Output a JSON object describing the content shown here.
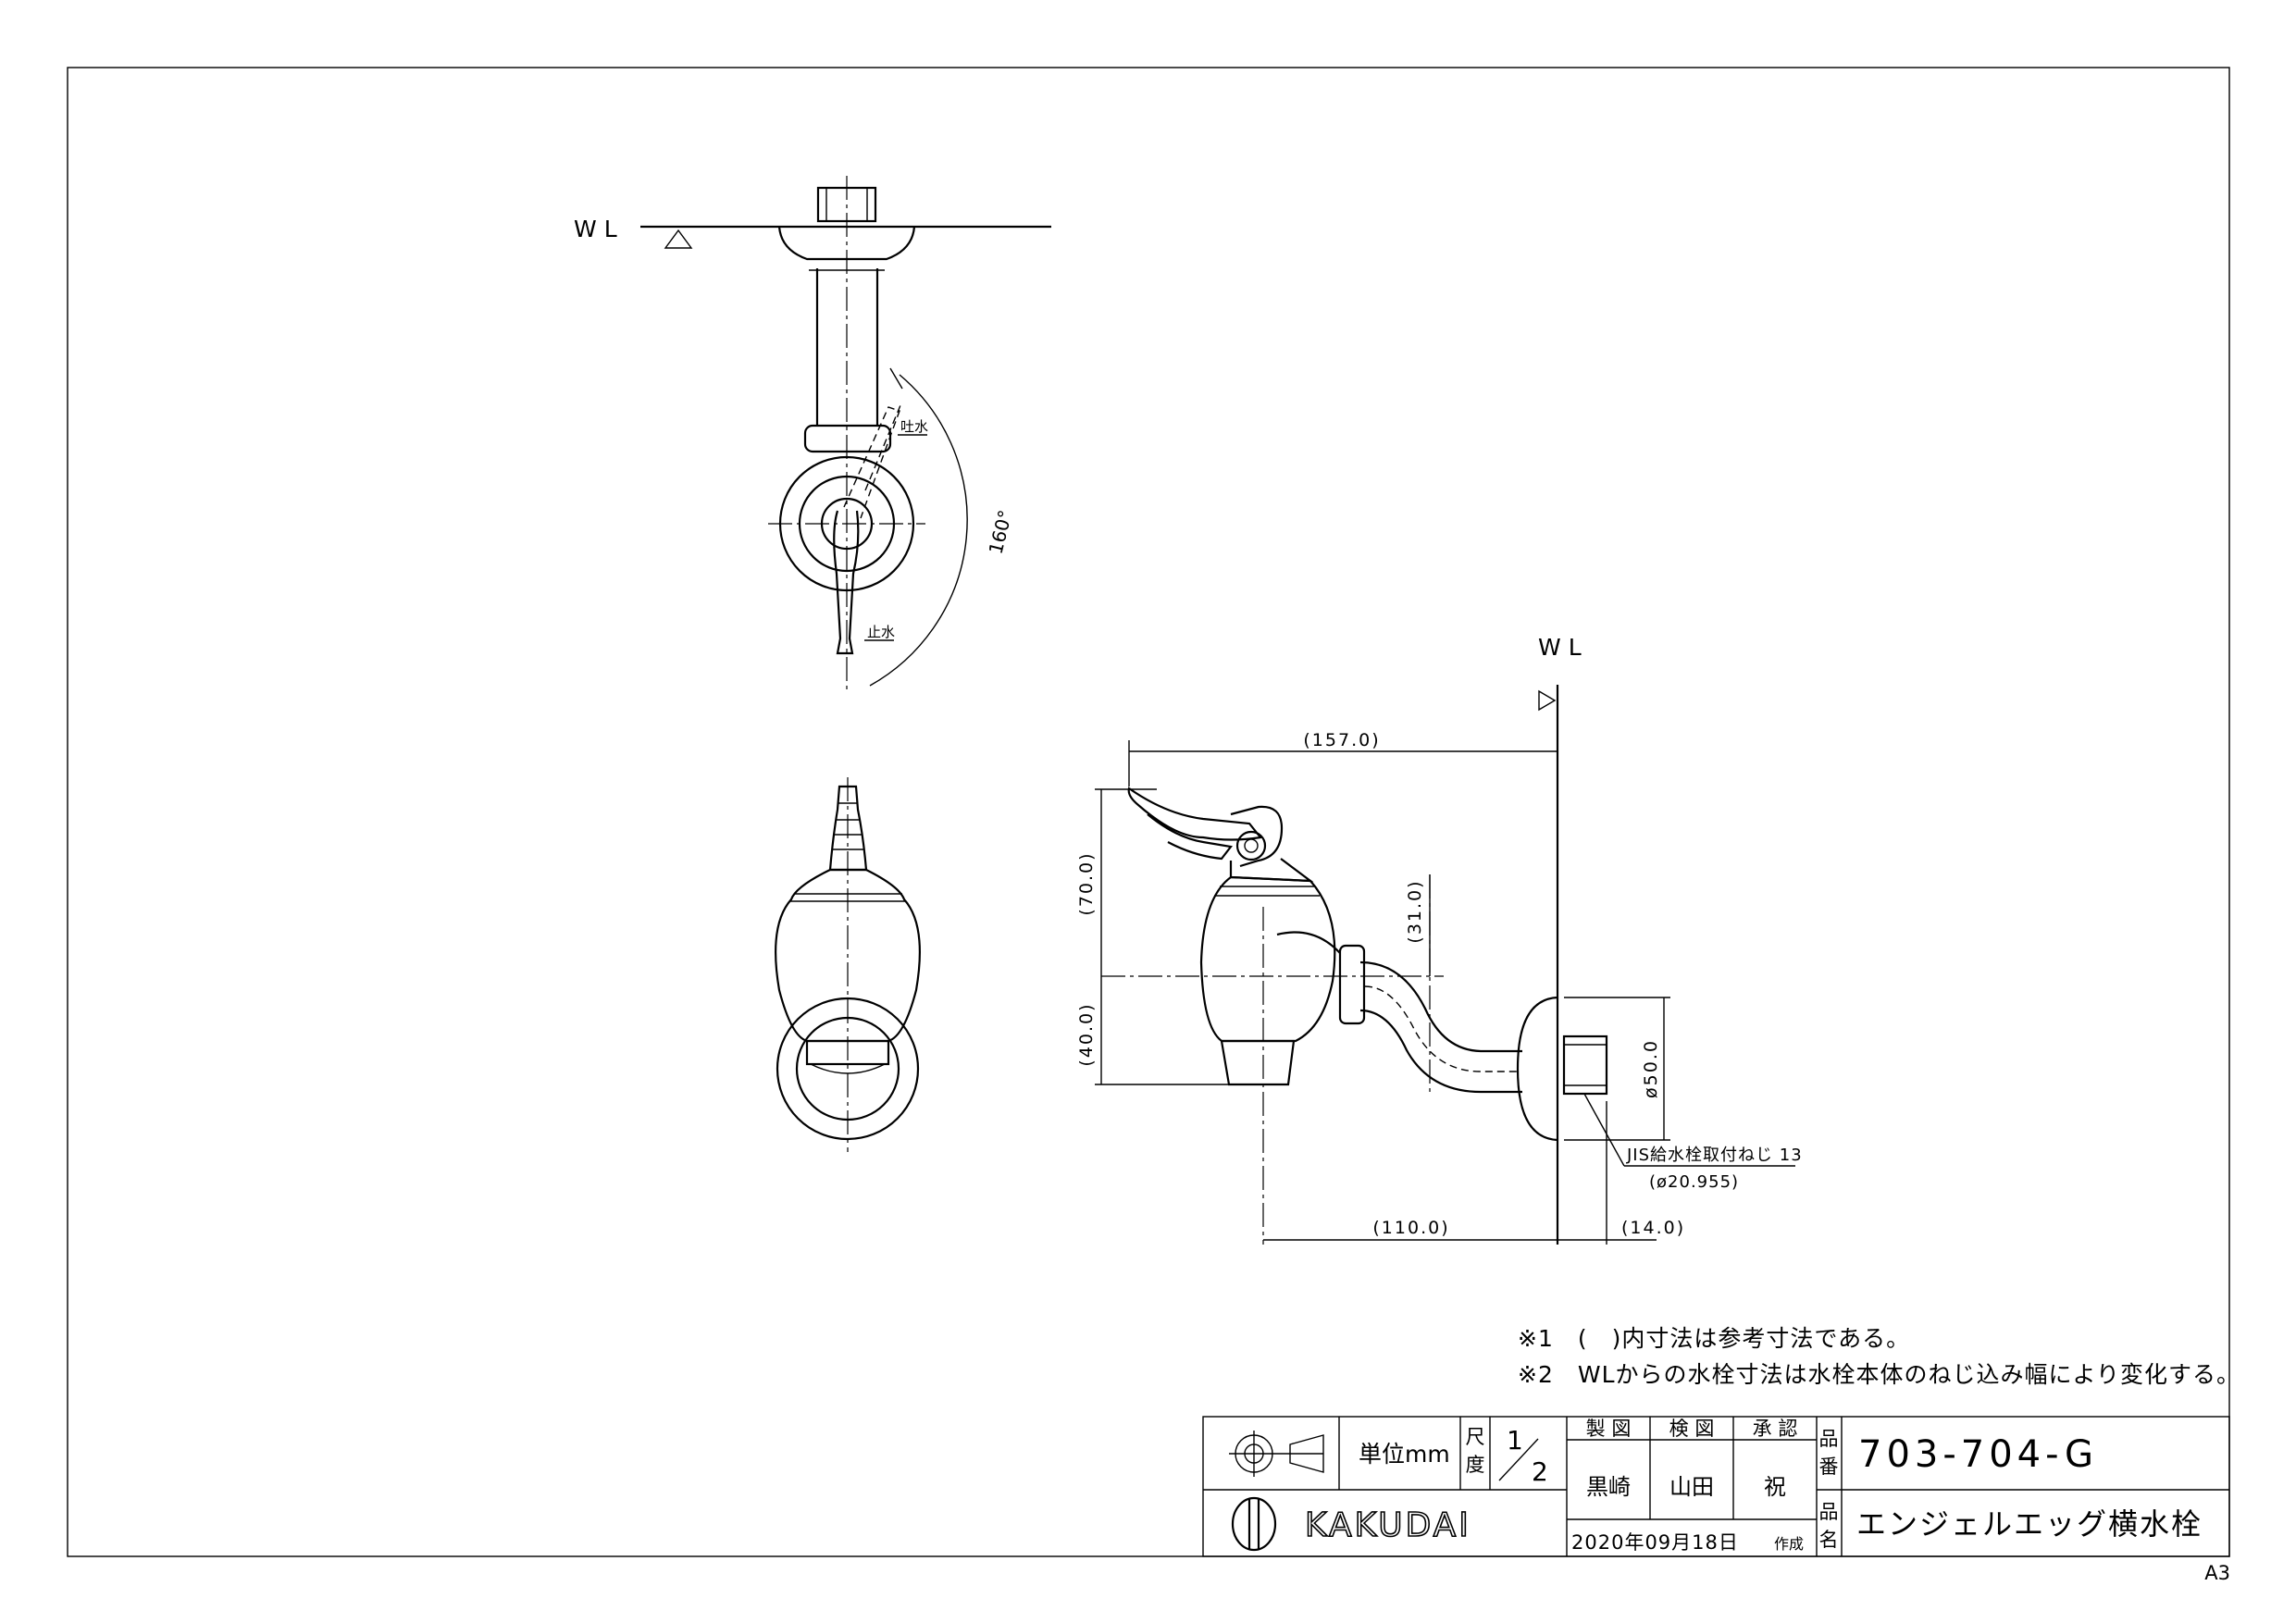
{
  "view_top": {
    "wl_label": "WL",
    "discharge_label": "吐水",
    "stop_label": "止水",
    "angle_label": "160°"
  },
  "view_side": {
    "wl_label": "WL",
    "dim_157": "(157.0)",
    "dim_70": "(70.0)",
    "dim_40": "(40.0)",
    "dim_31": "(31.0)",
    "dim_50": "ø50.0",
    "dim_110": "(110.0)",
    "dim_14": "(14.0)",
    "thread_label": "JIS給水栓取付ねじ 13",
    "thread_dia": "(ø20.955)"
  },
  "notes": [
    "※1　(　)内寸法は参考寸法である。",
    "※2　WLからの水栓寸法は水栓本体のねじ込み幅により変化する。"
  ],
  "title_block": {
    "unit_label": "単位mm",
    "scale_label_1": "尺",
    "scale_label_2": "度",
    "scale_num": "1",
    "scale_den": "2",
    "made_label": "製 図",
    "check_label": "検 図",
    "approve_label": "承 認",
    "made_by": "黒崎",
    "check_by": "山田",
    "approve_by": "祝",
    "part_no_label_1": "品",
    "part_no_label_2": "番",
    "part_no": "703-704-G",
    "part_name_label_1": "品",
    "part_name_label_2": "名",
    "part_name": "エンジェルエッグ横水栓",
    "brand": "KAKUDAI",
    "date": "2020年09月18日",
    "created": "作成"
  },
  "sheet_size": "A3"
}
